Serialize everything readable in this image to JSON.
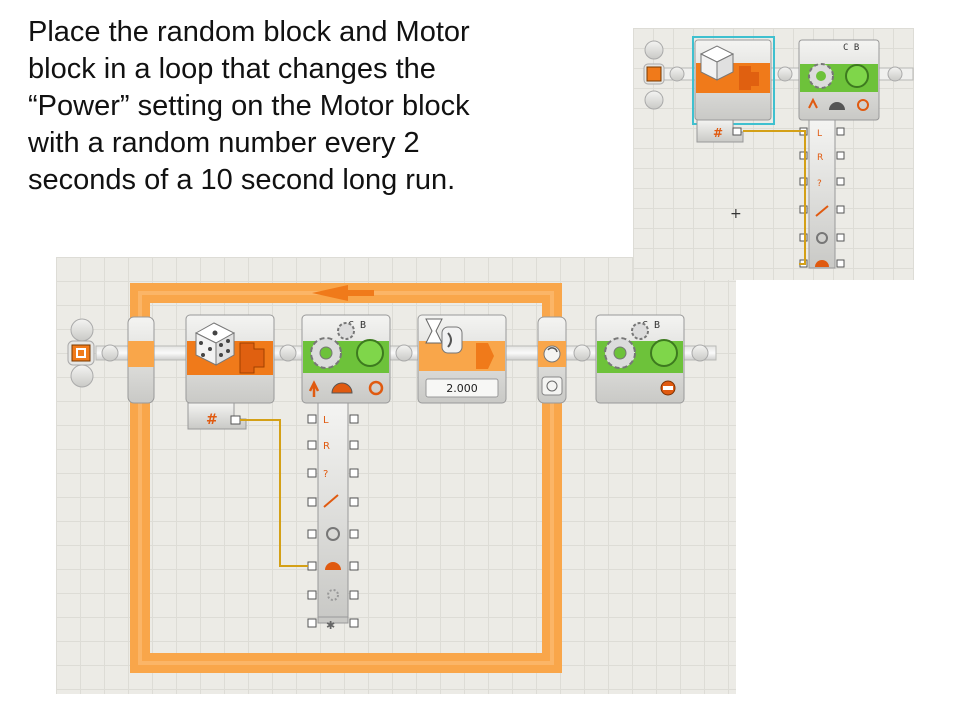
{
  "instruction_lines": [
    "Place the random block  and Motor",
    "block in a loop that changes the",
    "“Power” setting on the Motor block",
    "with a random number every 2",
    "seconds of a 10 second long run."
  ],
  "main_program": {
    "motor_block": {
      "ports_label": "C B",
      "icon": "gear-icon"
    },
    "random_block": {
      "icon": "dice-icon",
      "output_plug": "#"
    },
    "wait_block": {
      "icon": "hourglass-icon",
      "value": "2.000"
    },
    "loop_block": {
      "icon": "loop-arrows-icon",
      "control_icon": "clock-icon"
    },
    "motor_block_2": {
      "ports_label": "C B",
      "icon": "gear-icon",
      "action_icon": "stop-icon"
    },
    "data_hub_plugs": [
      "left-motor-plug",
      "right-motor-plug",
      "other-motor-plug",
      "direction-plug",
      "action-plug",
      "power-plug",
      "duration-plug",
      "next-action-plug"
    ]
  },
  "detail_view": {
    "motor_block": {
      "ports_label": "C B"
    },
    "random_block": {
      "output_plug": "#"
    },
    "cursor_symbol": "+"
  },
  "colors": {
    "orange": "#f07a1a",
    "green": "#6dc23a",
    "loop_orange": "#f9a64a",
    "wire_yellow": "#d4a017",
    "canvas": "#ecebe6",
    "selection": "#3fc0cf"
  }
}
